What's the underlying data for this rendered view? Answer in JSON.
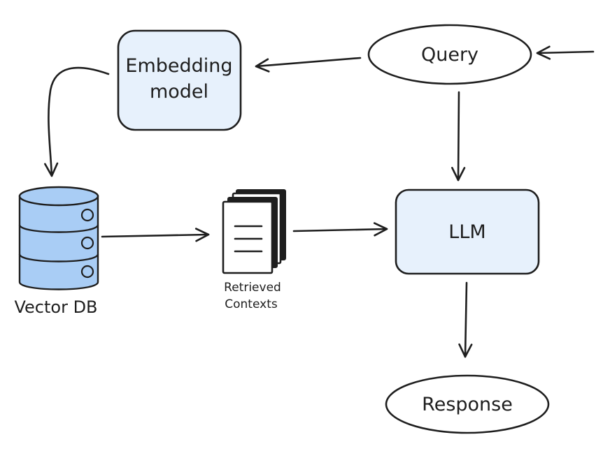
{
  "nodes": {
    "query": "Query",
    "embedding_model_line1": "Embedding",
    "embedding_model_line2": "model",
    "vector_db": "Vector DB",
    "retrieved_line1": "Retrieved",
    "retrieved_line2": "Contexts",
    "llm": "LLM",
    "response": "Response"
  },
  "colors": {
    "box_fill": "#e7f1fc",
    "db_fill": "#a9cdf5",
    "ink": "#1e1e1e"
  }
}
